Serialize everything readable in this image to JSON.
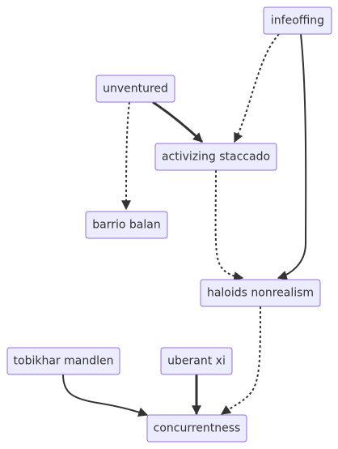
{
  "diagram": {
    "type": "flowchart",
    "nodes": {
      "infeoffing": "infeoffing",
      "unventured": "unventured",
      "activizing_staccado": "activizing staccado",
      "barrio_balan": "barrio balan",
      "haloids_nonrealism": "haloids nonrealism",
      "tobikhar_mandlen": "tobikhar mandlen",
      "uberant_xi": "uberant xi",
      "concurrentness": "concurrentness"
    },
    "edges": [
      {
        "from": "infeoffing",
        "to": "activizing staccado",
        "style": "dotted"
      },
      {
        "from": "infeoffing",
        "to": "haloids nonrealism",
        "style": "solid"
      },
      {
        "from": "unventured",
        "to": "activizing staccado",
        "style": "thick"
      },
      {
        "from": "unventured",
        "to": "barrio balan",
        "style": "dotted"
      },
      {
        "from": "activizing staccado",
        "to": "haloids nonrealism",
        "style": "dotted"
      },
      {
        "from": "haloids nonrealism",
        "to": "concurrentness",
        "style": "dotted"
      },
      {
        "from": "tobikhar mandlen",
        "to": "concurrentness",
        "style": "solid"
      },
      {
        "from": "uberant xi",
        "to": "concurrentness",
        "style": "thick"
      }
    ]
  }
}
